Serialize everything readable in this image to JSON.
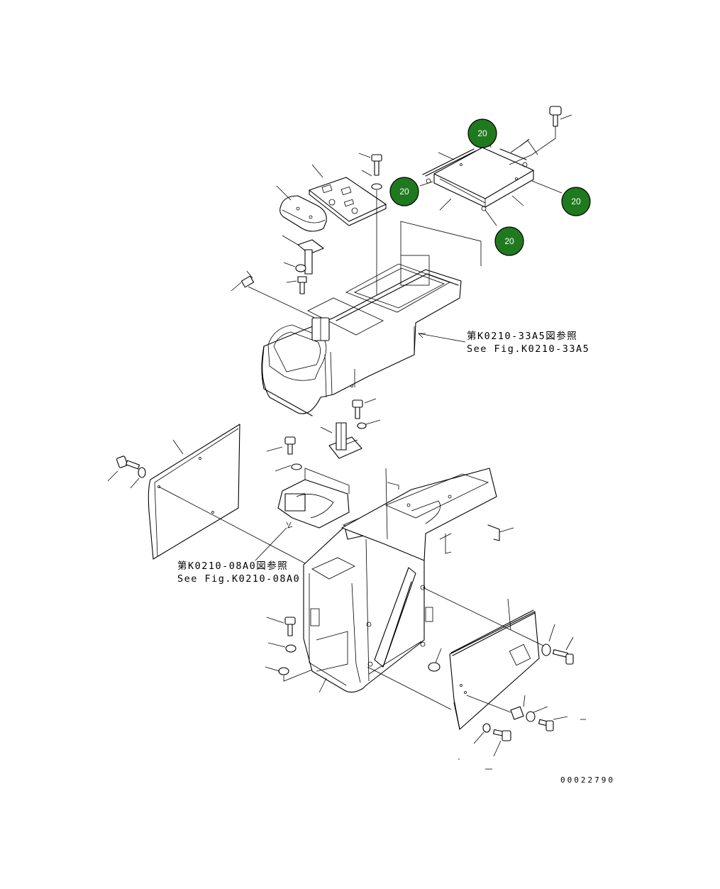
{
  "diagram": {
    "references": [
      {
        "id": "ref-upper",
        "jp": "第K0210-33A5図参照",
        "en": "See Fig.K0210-33A5"
      },
      {
        "id": "ref-lower",
        "jp": "第K0210-08A0図参照",
        "en": "See Fig.K0210-08A0"
      }
    ],
    "callout_badges": [
      "20",
      "20",
      "20",
      "20"
    ],
    "drawing_number": "00022790",
    "colors": {
      "badge_fill": "#1f7a1f",
      "badge_text": "#ffffff",
      "ink": "#000000"
    }
  }
}
